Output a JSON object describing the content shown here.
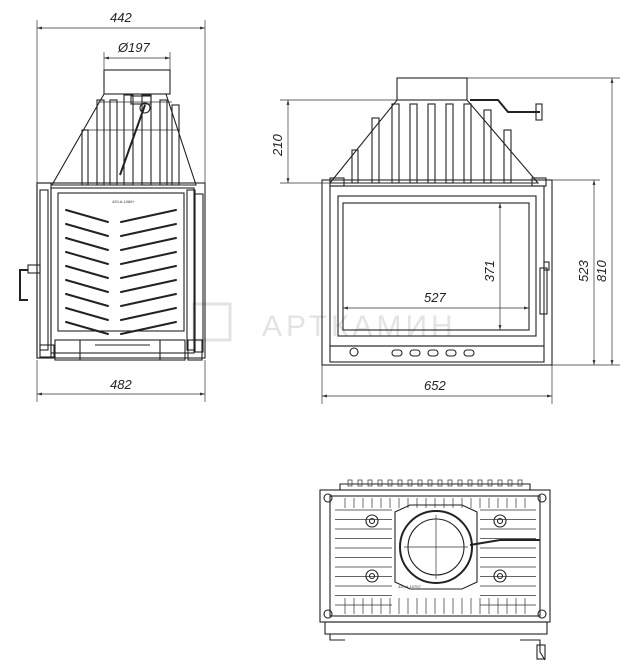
{
  "dimensions": {
    "top_width": "442",
    "flue_diameter": "197",
    "hood_height": "210",
    "bottom_width_side": "482",
    "glass_height": "371",
    "glass_width": "527",
    "door_height": "523",
    "total_height": "810",
    "front_width": "652"
  },
  "symbols": {
    "diameter": "Ø"
  },
  "watermark": "АРТКАМИН",
  "plate_label_side": "420.A.1066+",
  "plate_label_top": "420.A.10707"
}
